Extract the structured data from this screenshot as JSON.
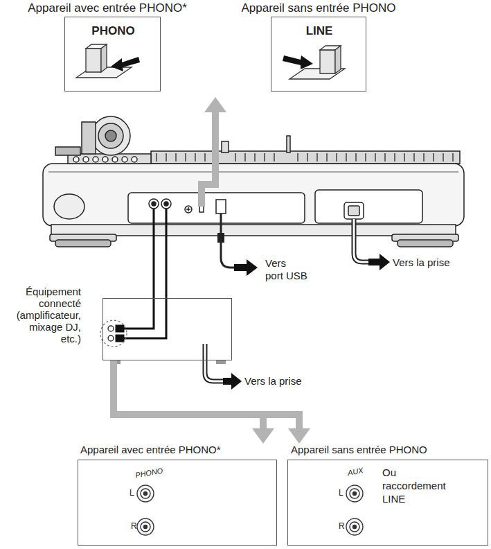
{
  "diagram": {
    "nodes": [
      {
        "text": [
          "Appareil avec entrée PHONO*",
          "PHONO"
        ]
      },
      {
        "text": [
          "Appareil sans entrée PHONO",
          "LINE"
        ]
      },
      {
        "text": [
          "Équipement connecté (amplificateur, mixage DJ, etc.)"
        ]
      },
      {
        "text": [
          "Appareil avec entrée PHONO*",
          "PHONO",
          "L",
          "R"
        ]
      },
      {
        "text": [
          "Appareil sans entrée PHONO",
          "AUX",
          "L",
          "R",
          "Ou raccordement LINE"
        ]
      }
    ],
    "edges": [
      {
        "from": 2,
        "to": 3,
        "arrow": "to"
      },
      {
        "from": 2,
        "to": 4,
        "arrow": "to"
      }
    ],
    "labels": [
      "Vers port USB",
      "Vers la prise",
      "Vers la prise"
    ]
  }
}
